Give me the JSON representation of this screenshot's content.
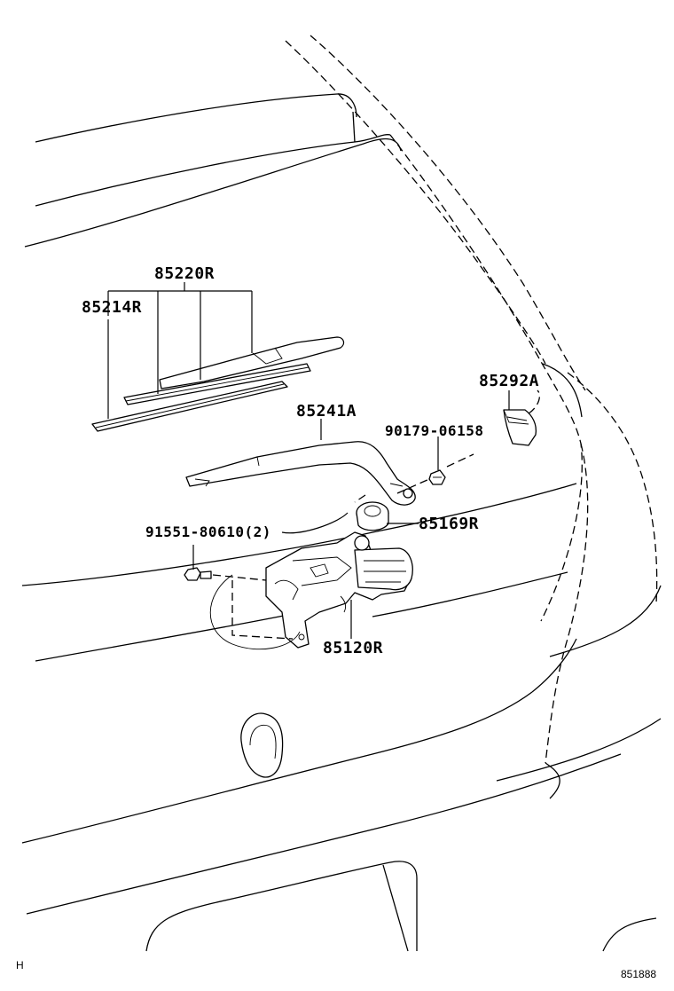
{
  "parts": {
    "blade_assy": "85220R",
    "blade_rubber": "85214R",
    "wiper_arm": "85241A",
    "arm_cover": "85292A",
    "arm_nut": "90179-06158",
    "pivot_cap": "85169R",
    "motor_bolts": "91551-80610(2)",
    "wiper_motor": "85120R"
  },
  "corner_left": "H",
  "drawing_number": "851888"
}
